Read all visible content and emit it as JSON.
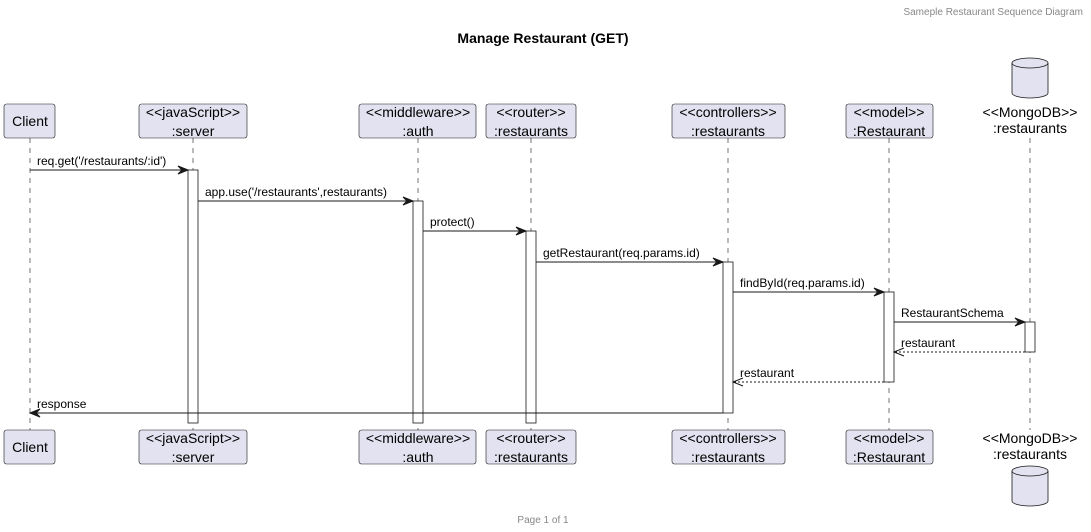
{
  "header": {
    "text": "Sameple Restaurant Sequence Diagram"
  },
  "title": "Manage Restaurant (GET)",
  "footer": {
    "text": "Page 1 of 1"
  },
  "colors": {
    "participant_fill": "#e2e2f0",
    "line": "#181818",
    "footer_text": "#888888"
  },
  "participants": [
    {
      "id": "client",
      "kind": "participant",
      "lines": [
        "Client"
      ]
    },
    {
      "id": "server",
      "kind": "participant",
      "lines": [
        "<<javaScript>>",
        ":server"
      ]
    },
    {
      "id": "auth",
      "kind": "participant",
      "lines": [
        "<<middleware>>",
        ":auth"
      ]
    },
    {
      "id": "router",
      "kind": "participant",
      "lines": [
        "<<router>>",
        ":restaurants"
      ]
    },
    {
      "id": "controllers",
      "kind": "participant",
      "lines": [
        "<<controllers>>",
        ":restaurants"
      ]
    },
    {
      "id": "model",
      "kind": "participant",
      "lines": [
        "<<model>>",
        ":Restaurant"
      ]
    },
    {
      "id": "db",
      "kind": "database",
      "lines": [
        "<<MongoDB>>",
        ":restaurants"
      ]
    }
  ],
  "messages": [
    {
      "from": "client",
      "to": "server",
      "label": "req.get('/restaurants/:id')",
      "type": "sync"
    },
    {
      "from": "server",
      "to": "auth",
      "label": "app.use('/restaurants',restaurants)",
      "type": "sync"
    },
    {
      "from": "auth",
      "to": "router",
      "label": "protect()",
      "type": "sync"
    },
    {
      "from": "router",
      "to": "controllers",
      "label": "getRestaurant(req.params.id)",
      "type": "sync"
    },
    {
      "from": "controllers",
      "to": "model",
      "label": "findById(req.params.id)",
      "type": "sync"
    },
    {
      "from": "model",
      "to": "db",
      "label": "RestaurantSchema",
      "type": "sync"
    },
    {
      "from": "db",
      "to": "model",
      "label": "restaurant",
      "type": "return"
    },
    {
      "from": "model",
      "to": "controllers",
      "label": "restaurant",
      "type": "return"
    },
    {
      "from": "controllers",
      "to": "client",
      "label": "response",
      "type": "sync"
    }
  ]
}
